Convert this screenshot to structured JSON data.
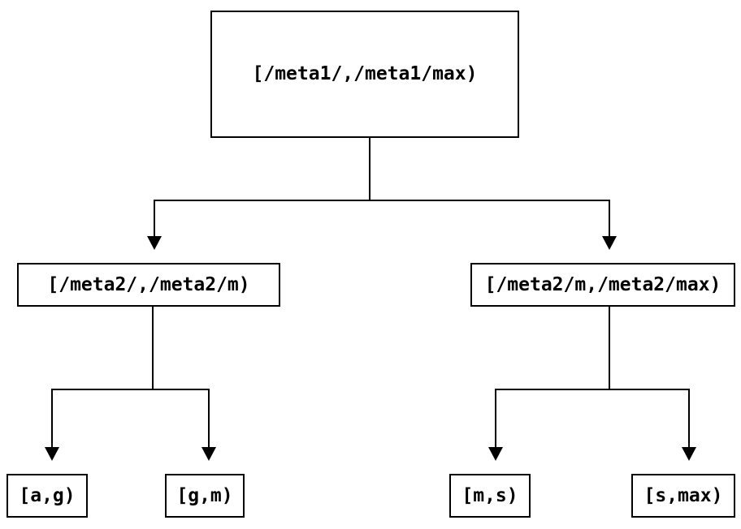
{
  "diagram": {
    "type": "tree",
    "description": "Key-range partition tree diagram: a root interval split into two metadata sub-intervals, each split into two leaf key ranges",
    "colors": {
      "background": "#ffffff",
      "line": "#000000",
      "text": "#000000",
      "node_fill": "#ffffff"
    },
    "nodes": [
      {
        "id": "root",
        "level": 1,
        "label": "[/meta1/,/meta1/max)"
      },
      {
        "id": "mid-left",
        "level": 2,
        "label": "[/meta2/,/meta2/m)"
      },
      {
        "id": "mid-right",
        "level": 2,
        "label": "[/meta2/m,/meta2/max)"
      },
      {
        "id": "leaf-1",
        "level": 3,
        "label": "[a,g)"
      },
      {
        "id": "leaf-2",
        "level": 3,
        "label": "[g,m)"
      },
      {
        "id": "leaf-3",
        "level": 3,
        "label": "[m,s)"
      },
      {
        "id": "leaf-4",
        "level": 3,
        "label": "[s,max)"
      }
    ],
    "edges": [
      {
        "from": "root",
        "to": "mid-left",
        "arrow": "down"
      },
      {
        "from": "root",
        "to": "mid-right",
        "arrow": "down"
      },
      {
        "from": "mid-left",
        "to": "leaf-1",
        "arrow": "down"
      },
      {
        "from": "mid-left",
        "to": "leaf-2",
        "arrow": "down"
      },
      {
        "from": "mid-right",
        "to": "leaf-3",
        "arrow": "down"
      },
      {
        "from": "mid-right",
        "to": "leaf-4",
        "arrow": "down"
      }
    ]
  }
}
